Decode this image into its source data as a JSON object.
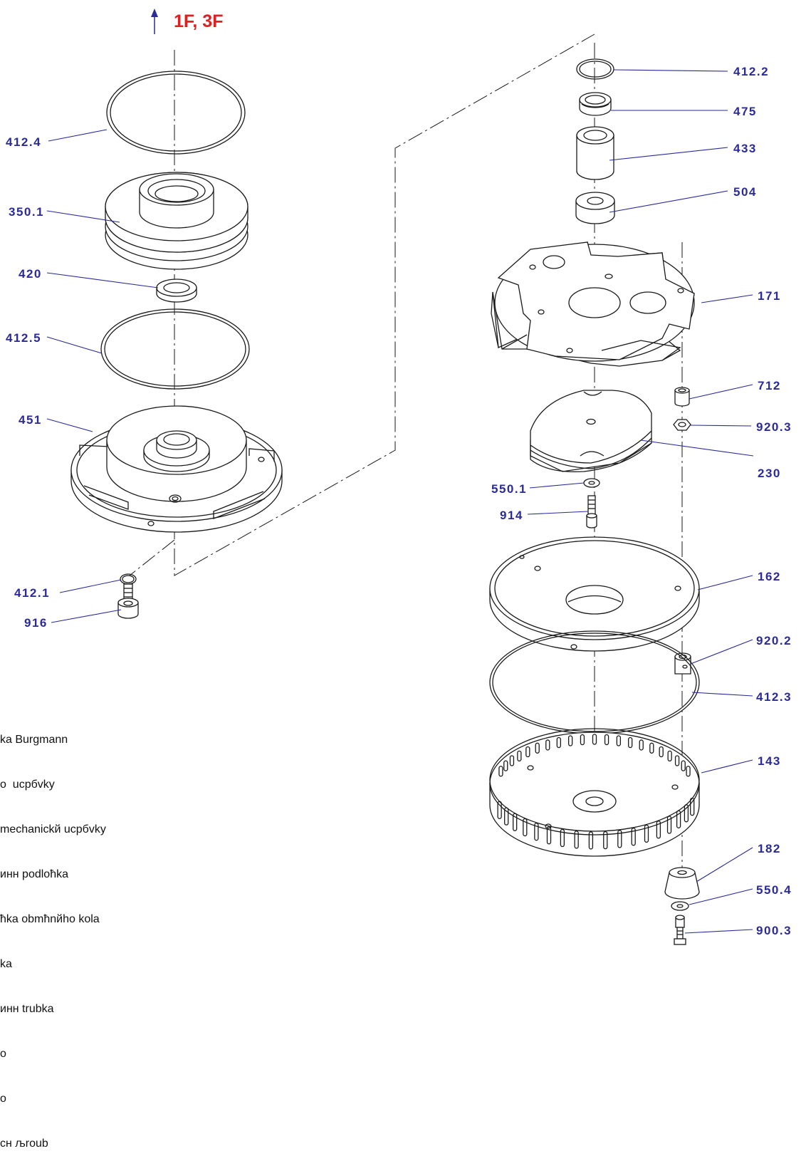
{
  "header": {
    "direction_label": "1F, 3F",
    "accent_color": "#e02020",
    "label_color": "#2a2a9a"
  },
  "labels": {
    "p412_4": "412.4",
    "p350_1": "350.1",
    "p420": "420",
    "p412_5": "412.5",
    "p451": "451",
    "p412_1": "412.1",
    "p916": "916",
    "p412_2": "412.2",
    "p475": "475",
    "p433": "433",
    "p504": "504",
    "p171": "171",
    "p712": "712",
    "p920_3": "920.3",
    "p230": "230",
    "p550_1": "550.1",
    "p914": "914",
    "p162": "162",
    "p920_2": "920.2",
    "p412_3": "412.3",
    "p143": "143",
    "p182": "182",
    "p550_4": "550.4",
    "p900_3": "900.3"
  },
  "legend": [
    "ka Burgmann",
    "o  ucpбvky",
    "mechanickй ucpбvky",
    "инн podloћka",
    "ћka obmћnйho kola",
    "ka",
    "инн trubka",
    "o",
    "o",
    "сн љroub"
  ]
}
